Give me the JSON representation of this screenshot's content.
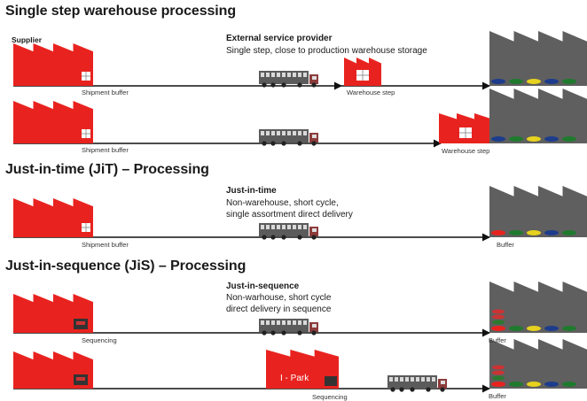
{
  "sections": {
    "single_step": {
      "title": "Single step warehouse processing",
      "supplier_label": "Supplier",
      "provider_title": "External service provider",
      "provider_desc": "Single step, close to production warehouse storage",
      "row1": {
        "buffer_label": "Shipment buffer",
        "step_label": "Warehouse step"
      },
      "row2": {
        "buffer_label": "Shipment buffer",
        "step_label": "Warehouse step"
      }
    },
    "jit": {
      "title": "Just-in-time (JiT) – Processing",
      "subtitle": "Just-in-time",
      "desc_line1": "Non-warehouse, short cycle,",
      "desc_line2": "single assortment direct delivery",
      "buffer_label": "Shipment buffer",
      "plant_label": "Buffer"
    },
    "jis": {
      "title": "Just-in-sequence (JiS) – Processing",
      "subtitle": "Just-in-sequence",
      "desc_line1": "Non-warhouse, short cycle",
      "desc_line2": "direct delivery in sequence",
      "row1": {
        "left_label": "Sequencing",
        "plant_label": "Buffer"
      },
      "row2": {
        "ipark_label": "I - Park",
        "seq_label": "Sequencing",
        "plant_label": "Buffer"
      }
    }
  },
  "colors": {
    "supplier_red": "#e8231f",
    "plant_gray": "#5f5f5f",
    "arrow": "#111111",
    "truck": "#5b5b5b"
  },
  "icons": [
    "supplier-factory-icon",
    "warehouse-icon",
    "plant-factory-icon",
    "truck-icon",
    "arrow-icon"
  ]
}
